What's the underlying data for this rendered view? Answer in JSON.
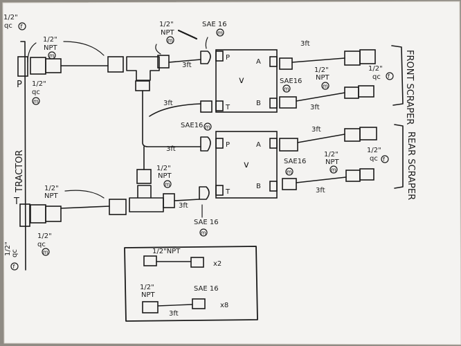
{
  "labels": {
    "half_qc": "1/2\"",
    "qc": "qc",
    "f": "f",
    "m": "m",
    "half_npt": "1/2\"",
    "npt": "NPT",
    "sae16": "SAE 16",
    "sae16b": "SAE16",
    "len_3ft": "3ft",
    "port_p": "P",
    "port_t": "T",
    "port_a": "A",
    "port_b": "B",
    "valve_v": "v",
    "tractor": "TRACTOR",
    "front_scraper": "FRONT SCRAPER",
    "rear_scraper": "REAR SCRAPER",
    "legend_npt": "1/2\"NPT",
    "legend_npt_m": "1/2\"",
    "legend_nptm": "NPT",
    "legend_sae": "SAE 16",
    "legend_x2": "x2",
    "legend_x8": "x8",
    "legend_3ft": "3ft"
  },
  "colors": {
    "paper": "#f4f3f1",
    "ink": "#1a1a1a",
    "background": "#8f8b84"
  }
}
